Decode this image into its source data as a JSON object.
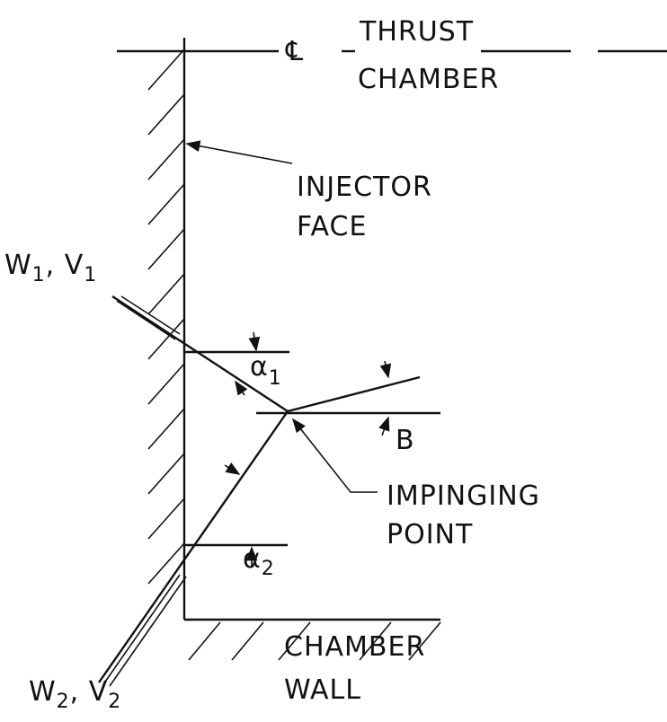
{
  "labels": {
    "centerline_symbol": "℄",
    "thrust": "THRUST",
    "chamber_top": "CHAMBER",
    "injector": "INJECTOR",
    "face": "FACE",
    "w1": "W",
    "w1_sub": "1",
    "v1": ", V",
    "v1_sub": "1",
    "alpha1": "α",
    "alpha1_sub": "1",
    "beta": "B",
    "impinging": "IMPINGING",
    "point": "POINT",
    "alpha2": "α",
    "alpha2_sub": "2",
    "chamber_bottom": "CHAMBER",
    "wall": "WALL",
    "w2": "W",
    "w2_sub": "2",
    "v2": ", V",
    "v2_sub": "2"
  }
}
